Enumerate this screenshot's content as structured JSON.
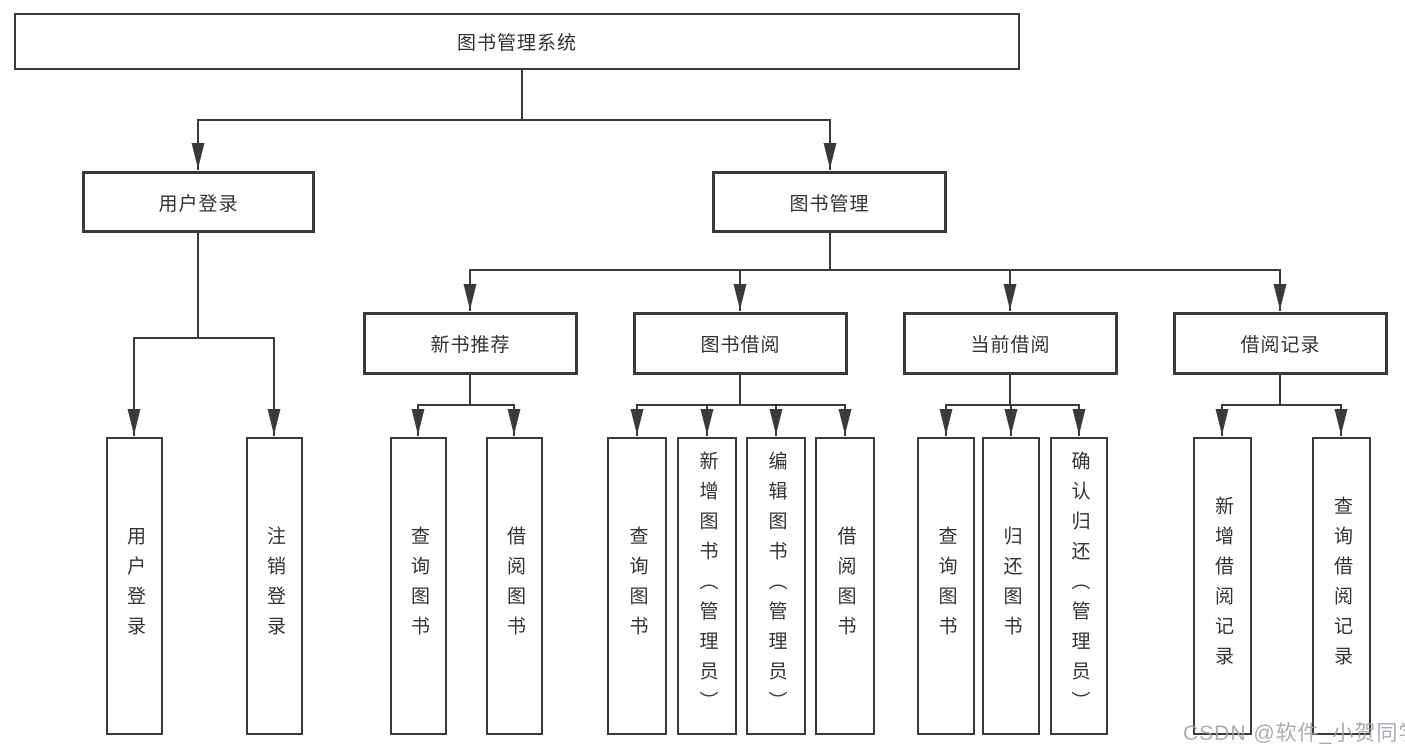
{
  "tree": {
    "label": "图书管理系统",
    "children": [
      {
        "label": "用户登录",
        "children": [
          {
            "label": "用户登录"
          },
          {
            "label": "注销登录"
          }
        ]
      },
      {
        "label": "图书管理",
        "children": [
          {
            "label": "新书推荐",
            "children": [
              {
                "label": "查询图书"
              },
              {
                "label": "借阅图书"
              }
            ]
          },
          {
            "label": "图书借阅",
            "children": [
              {
                "label": "查询图书"
              },
              {
                "label": "新增图书（管理员）"
              },
              {
                "label": "编辑图书（管理员）"
              },
              {
                "label": "借阅图书"
              }
            ]
          },
          {
            "label": "当前借阅",
            "children": [
              {
                "label": "查询图书"
              },
              {
                "label": "归还图书"
              },
              {
                "label": "确认归还（管理员）"
              }
            ]
          },
          {
            "label": "借阅记录",
            "children": [
              {
                "label": "新增借阅记录"
              },
              {
                "label": "查询借阅记录"
              }
            ]
          }
        ]
      }
    ]
  },
  "watermark": {
    "text": "CSDN @软件_小贺同学"
  },
  "colors": {
    "line": "#3a3a3a",
    "box_border": "#3a3a3a",
    "text": "#333333",
    "watermark": "#9aa0a8",
    "background": "#ffffff"
  }
}
